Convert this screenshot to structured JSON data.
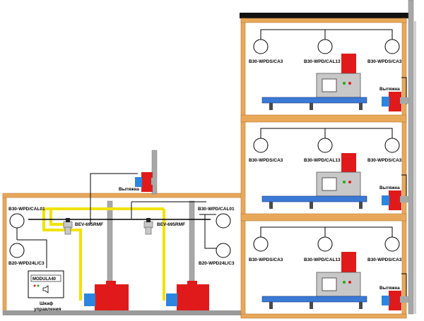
{
  "colors": {
    "wall": "#e8a85a",
    "floor": "#9a9a9a",
    "shelf": "#3a7ad6",
    "boiler": "#e01a1a",
    "burner": "#2a86e0",
    "pipe_gray": "#a8a8a8",
    "gas_yellow": "#f2e200",
    "unit_gray": "#c8c8c8",
    "roof": "#111111",
    "wire": "#000000"
  },
  "annex": {
    "sensor_left_top": "B30-WPD/CAL01",
    "sensor_right_top": "B30-WPD/CAL01",
    "sensor_left_bottom": "B20-WPD24L/C3",
    "sensor_right_bottom": "B20-WPD24L/C3",
    "valve_left": "BEV-695RMF",
    "valve_right": "BEV-695RMF",
    "exhaust": "Вытяжка",
    "panel_model": "MODULA40",
    "panel_caption_line1": "Шкаф",
    "panel_caption_line2": "управления"
  },
  "floors": [
    {
      "sensor_left": "B30-WPDS/CA3",
      "sensor_center": "B30-WPD/CAL13",
      "sensor_right": "B30-WPDS/CA3",
      "exhaust": "Вытяжка"
    },
    {
      "sensor_left": "B30-WPDS/CA3",
      "sensor_center": "B30-WPD/CAL13",
      "sensor_right": "B30-WPDS/CA3",
      "exhaust": "Вытяжка"
    },
    {
      "sensor_left": "B30-WPDS/CA3",
      "sensor_center": "B30-WPD/CAL13",
      "sensor_right": "B30-WPDS/CA3",
      "exhaust": "Вытяжка"
    }
  ]
}
